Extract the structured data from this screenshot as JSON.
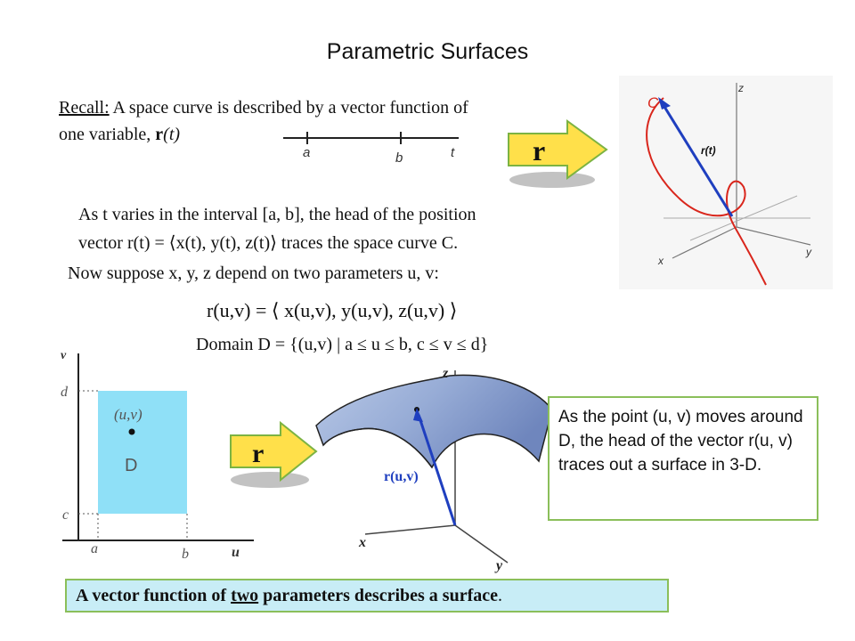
{
  "title": "Parametric Surfaces",
  "recall": {
    "label": "Recall:",
    "text1": " A space curve is described by a vector function of",
    "text2": "one variable, ",
    "func_bold": "r",
    "func_paren": "(t)"
  },
  "number_line": {
    "a": "a",
    "b": "b",
    "t": "t"
  },
  "arrow_label": "r",
  "curve_plot": {
    "c_label": "C",
    "r_label": "r(t)",
    "x": "x",
    "y": "y",
    "z": "z"
  },
  "para1": {
    "line1": "As t varies in the interval [a, b], the head of the position",
    "line2": "vector r(t) = ⟨x(t), y(t), z(t)⟩ traces the space curve C."
  },
  "para2": "Now suppose x, y, z depend on two parameters u, v:",
  "eq1": "r(u,v) = ⟨ x(u,v), y(u,v), z(u,v) ⟩",
  "eq2": "Domain D = {(u,v) | a ≤ u ≤ b,  c ≤ v ≤ d}",
  "domain_plot": {
    "v": "v",
    "u": "u",
    "a": "a",
    "b": "b",
    "c": "c",
    "d": "d",
    "point": "(u,v)",
    "region": "D"
  },
  "surface_plot": {
    "z": "z",
    "x": "x",
    "y": "y",
    "r_label": "r(u,v)"
  },
  "right_box": "As the point (u, v) moves around D, the head of the vector r(u, v) traces out a surface in 3-D.",
  "bottom_box": {
    "part1": "A vector function of ",
    "part2": "two",
    "part3": " parameters describes a surface",
    "part4": "."
  },
  "colors": {
    "accent_green": "#8bbf5a",
    "box_blue": "#c8edf6",
    "domain_blue": "#8fe0f7",
    "arrow_yellow": "#ffe04a",
    "vector_blue": "#1f3fbf",
    "curve_red": "#d9261c"
  }
}
